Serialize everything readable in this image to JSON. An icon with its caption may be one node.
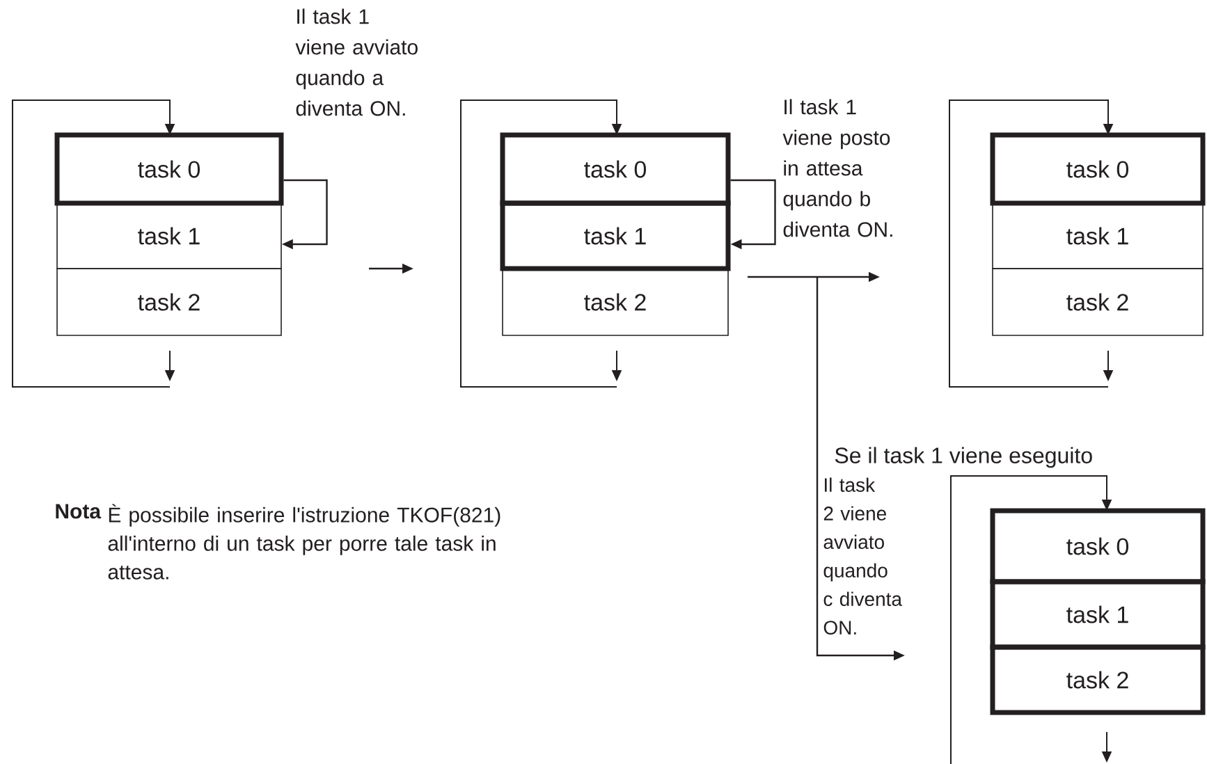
{
  "diagram": {
    "nodes": [
      {
        "text": [
          "task 0"
        ]
      },
      {
        "text": [
          "task 1"
        ]
      },
      {
        "text": [
          "task 2"
        ]
      },
      {
        "text": [
          "task 0"
        ]
      },
      {
        "text": [
          "task 1"
        ]
      },
      {
        "text": [
          "task 2"
        ]
      },
      {
        "text": [
          "task 0"
        ]
      },
      {
        "text": [
          "task 1"
        ]
      },
      {
        "text": [
          "task 2"
        ]
      },
      {
        "text": [
          "task 0"
        ]
      },
      {
        "text": [
          "task 1"
        ]
      },
      {
        "text": [
          "task 2"
        ]
      }
    ],
    "edges": [
      {
        "from": 0,
        "to": 1,
        "arrow": "to",
        "label": "Il task 1 viene avviato quando a diventa ON."
      },
      {
        "from": 3,
        "to": 4,
        "arrow": "to",
        "label": "Il task 1 viene posto in attesa quando b diventa ON."
      }
    ],
    "labels": [
      "Se il task 1 viene eseguito",
      "Il task 2 viene avviato quando c diventa ON.",
      "Nota",
      "È possibile inserire l'istruzione TKOF(821) all'interno di un task per porre tale task in attesa."
    ]
  }
}
